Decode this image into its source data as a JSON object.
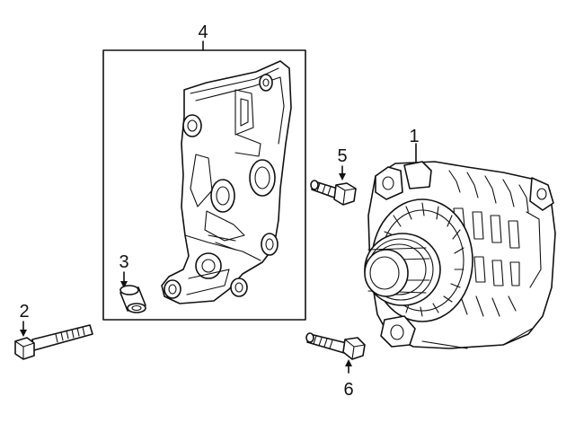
{
  "diagram": {
    "callouts": [
      {
        "id": "alternator",
        "label": "1"
      },
      {
        "id": "bolt-long",
        "label": "2"
      },
      {
        "id": "bushing",
        "label": "3"
      },
      {
        "id": "bracket",
        "label": "4"
      },
      {
        "id": "bolt-top",
        "label": "5"
      },
      {
        "id": "bolt-bottom",
        "label": "6"
      }
    ]
  },
  "colors": {
    "line": "#111111",
    "background": "#ffffff"
  }
}
